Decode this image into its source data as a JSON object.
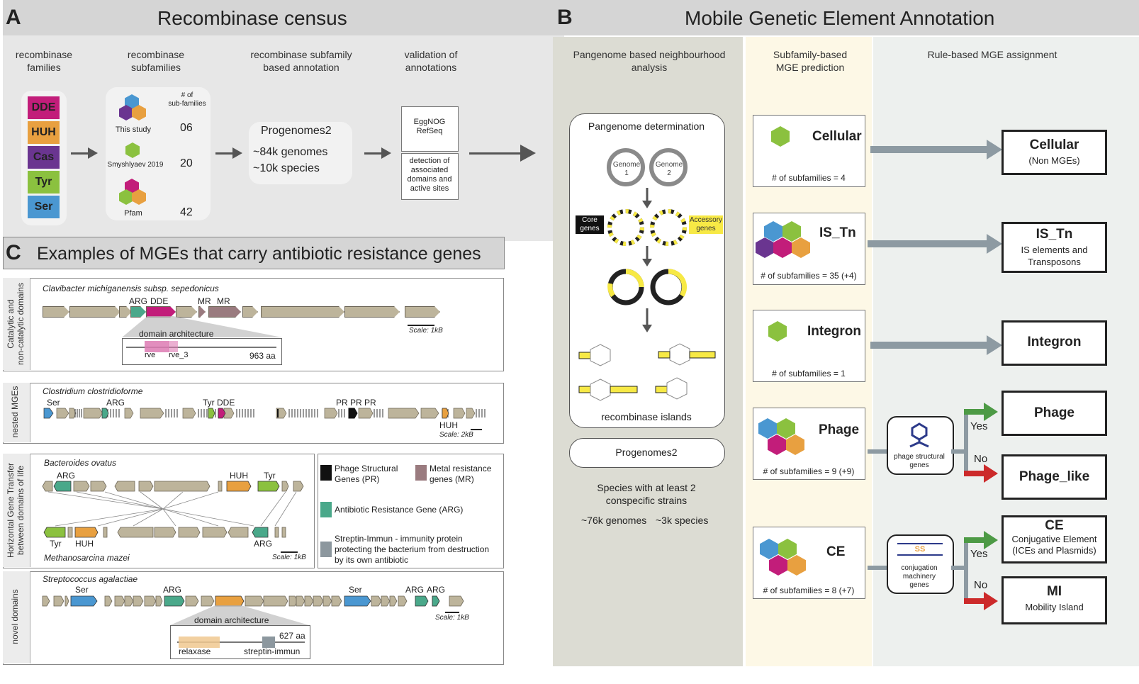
{
  "panel_a": {
    "letter": "A",
    "title": "Recombinase census",
    "col_labels": [
      "recombinase\nfamilies",
      "recombinase\nsubfamilies",
      "recombinase subfamily\nbased annotation",
      "validation of\nannotations"
    ],
    "families": [
      "DDE",
      "HUH",
      "Cas",
      "Tyr",
      "Ser"
    ],
    "sub_header": "# of\nsub-families",
    "sources": [
      {
        "name": "This study",
        "count": "06"
      },
      {
        "name": "Smyshlyaev 2019",
        "count": "20"
      },
      {
        "name": "Pfam",
        "count": "42"
      }
    ],
    "progenomes": {
      "title": "Progenomes2",
      "line1": "~84k genomes",
      "line2": "~10k species"
    },
    "validation": {
      "db": "EggNOG\nRefSeq",
      "detail": "detection of\nassociated\ndomains and\nactive sites"
    }
  },
  "panel_b": {
    "letter": "B",
    "title": "Mobile Genetic Element Annotation",
    "col_labels": [
      "Pangenome based neighbourhood\nanalysis",
      "Subfamily-based\nMGE prediction",
      "Rule-based MGE assignment"
    ],
    "pangenome_title": "Pangenome determination",
    "genome1": "Genome\n1",
    "genome2": "Genome\n2",
    "core_label": "Core\ngenes",
    "accessory_label": "Accessory\ngenes",
    "islands_label": "recombinase islands",
    "progenomes2": "Progenomes2",
    "species_note": "Species with at least 2\nconspecific strains",
    "genomes_count": "~76k genomes",
    "species_count": "~3k species",
    "predictions": [
      {
        "name": "Cellular",
        "count": "# of subfamilies = 4"
      },
      {
        "name": "IS_Tn",
        "count": "# of subfamilies = 35 (+4)"
      },
      {
        "name": "Integron",
        "count": "# of subfamilies = 1"
      },
      {
        "name": "Phage",
        "count": "# of subfamilies = 9 (+9)"
      },
      {
        "name": "CE",
        "count": "# of subfamilies = 8 (+7)"
      }
    ],
    "outputs": {
      "cellular": {
        "title": "Cellular",
        "sub": "(Non MGEs)"
      },
      "is_tn": {
        "title": "IS_Tn",
        "sub": "IS elements and\nTransposons"
      },
      "integron": {
        "title": "Integron"
      },
      "phage": {
        "title": "Phage"
      },
      "phage_like": {
        "title": "Phage_like"
      },
      "ce": {
        "title": "CE",
        "sub": "Conjugative Element\n(ICEs and Plasmids)"
      },
      "mi": {
        "title": "MI",
        "sub": "Mobility Island"
      }
    },
    "phage_check": "phage structural\ngenes",
    "ce_check": "conjugation\nmachinery\ngenes",
    "ce_check_icon_text": "SS",
    "yes": "Yes",
    "no": "No",
    "colors": {
      "yes": "#4d9a45",
      "no": "#cc2a2a",
      "arrow": "#8d9aa2"
    }
  },
  "panel_c": {
    "letter": "C",
    "title": "Examples of MGEs that carry antibiotic resistance genes",
    "rows": [
      {
        "side": "Catalytic and\nnon-catalytic domains",
        "organism": "Clavibacter michiganensis subsp. sepedonicus",
        "labels": [
          "ARG",
          "DDE",
          "MR",
          "MR"
        ],
        "domain_title": "domain architecture",
        "domains": [
          "rve",
          "rve_3"
        ],
        "length": "963 aa",
        "scale": "Scale: 1kB"
      },
      {
        "side": "nested MGEs",
        "organism": "Clostridium clostridioforme",
        "labels": [
          "Ser",
          "ARG",
          "Tyr",
          "DDE",
          "PR",
          "PR",
          "PR",
          "HUH"
        ],
        "scale": "Scale: 2kB"
      },
      {
        "side": "Horizontal Gene Transfer\nbetween domains of life",
        "organism": "Bacteroides ovatus",
        "organism2": "Methanosarcina mazei",
        "labels_top": [
          "ARG",
          "HUH",
          "Tyr"
        ],
        "labels_bottom": [
          "Tyr",
          "HUH",
          "ARG"
        ],
        "scale": "Scale: 1kB"
      },
      {
        "side": "novel domains",
        "organism": "Streptococcus agalactiae",
        "labels": [
          "Ser",
          "ARG",
          "Ser",
          "ARG",
          "ARG"
        ],
        "domain_title": "domain architecture",
        "domains": [
          "relaxase",
          "streptin-immun"
        ],
        "length": "627 aa",
        "scale": "Scale: 1kB"
      }
    ],
    "legend": [
      {
        "label": "Phage Structural\nGenes (PR)",
        "color": "#111111"
      },
      {
        "label": "Metal resistance\ngenes (MR)",
        "color": "#9a7b7f"
      },
      {
        "label": "Antibiotic Resistance Gene (ARG)",
        "color": "#4aa88a"
      },
      {
        "label": "Streptin-Immun - immunity protein\nprotecting the bacterium from destruction\nby its own antibiotic",
        "color": "#8c979e"
      }
    ]
  },
  "colors": {
    "DDE": "#c21d7a",
    "HUH": "#e8a040",
    "Cas": "#6a3590",
    "Tyr": "#8bc13f",
    "Ser": "#4a97d1",
    "gene": "#bdb49b",
    "yellow": "#f7e945"
  }
}
